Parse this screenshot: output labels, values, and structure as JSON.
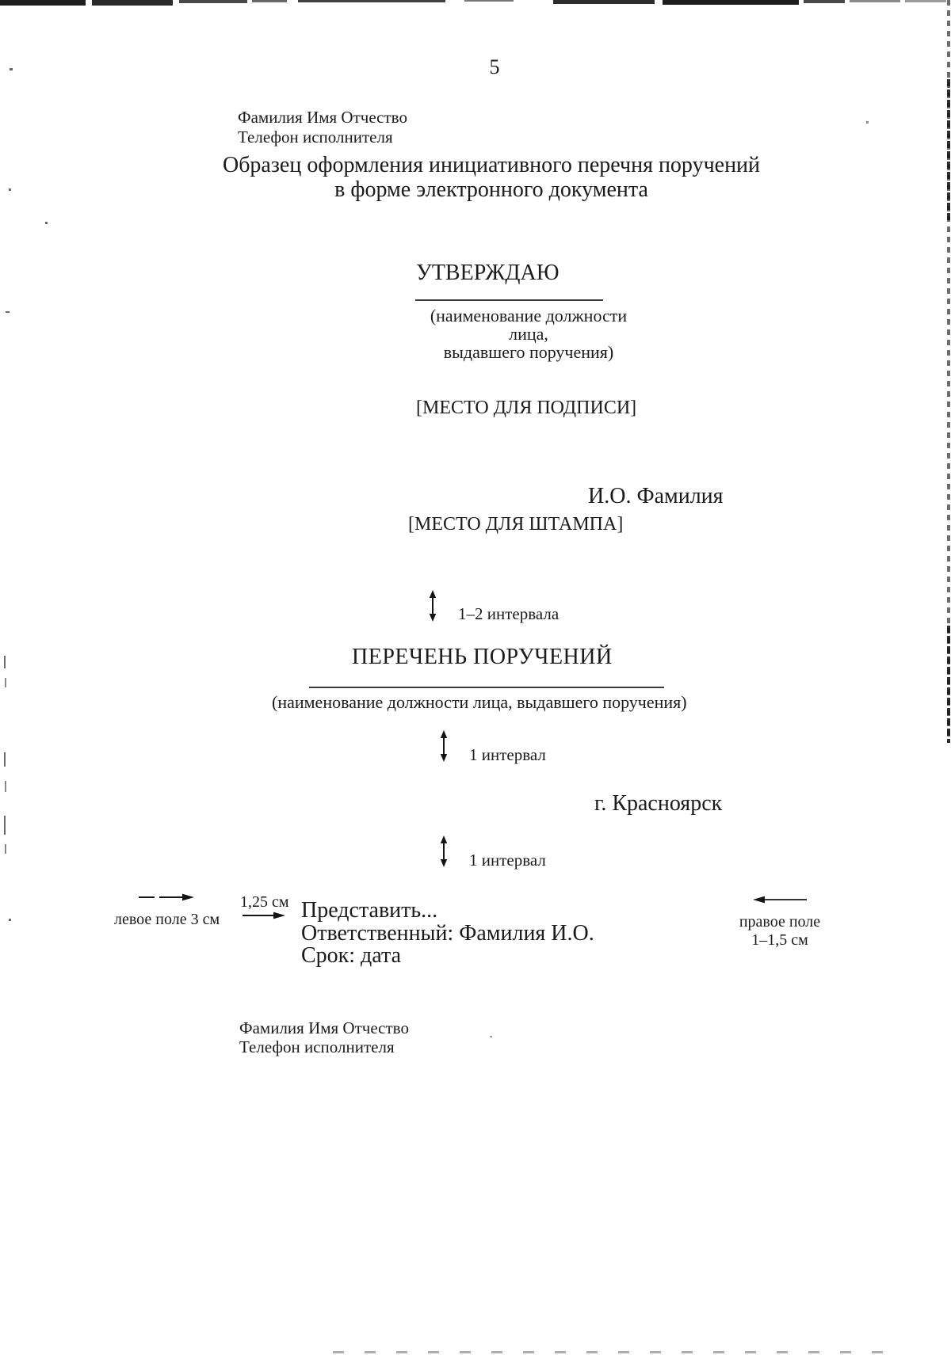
{
  "page": {
    "number": "5"
  },
  "executor_top": {
    "name": "Фамилия Имя Отчество",
    "phone": "Телефон исполнителя"
  },
  "title": {
    "line1": "Образец оформления инициативного перечня поручений",
    "line2": "в форме электронного документа"
  },
  "approval": {
    "word": "УТВЕРЖДАЮ",
    "caption_line1": "(наименование должности лица,",
    "caption_line2": "выдавшего поручения)",
    "signature_placeholder": "[МЕСТО ДЛЯ ПОДПИСИ]",
    "signer": "И.О. Фамилия",
    "stamp_placeholder": "[МЕСТО ДЛЯ ШТАМПА]"
  },
  "spacing": {
    "label_1_2": "1–2 интервала",
    "label_1a": "1 интервал",
    "label_1b": "1 интервал"
  },
  "orders": {
    "heading": "ПЕРЕЧЕНЬ ПОРУЧЕНИЙ",
    "caption": "(наименование должности лица, выдавшего поручения)",
    "city": "г. Красноярск",
    "line1": "Представить...",
    "line2": "Ответственный: Фамилия И.О.",
    "line3": "Срок: дата"
  },
  "margins": {
    "left": "левое поле 3 см",
    "indent": "1,25 см",
    "right_line1": "правое поле",
    "right_line2": "1–1,5 см"
  },
  "executor_bottom": {
    "name": "Фамилия Имя Отчество",
    "phone": "Телефон исполнителя"
  },
  "icons": {
    "vertical_spacing_arrow": "↕",
    "left_margin_arrow": "→",
    "paragraph_indent_arrow": "→",
    "right_margin_arrow": "←"
  },
  "colors": {
    "ink": "#1b1b1b",
    "paper": "#ffffff",
    "artifact_dark": "#1e1e1e",
    "artifact_light": "#9b9b9b"
  }
}
